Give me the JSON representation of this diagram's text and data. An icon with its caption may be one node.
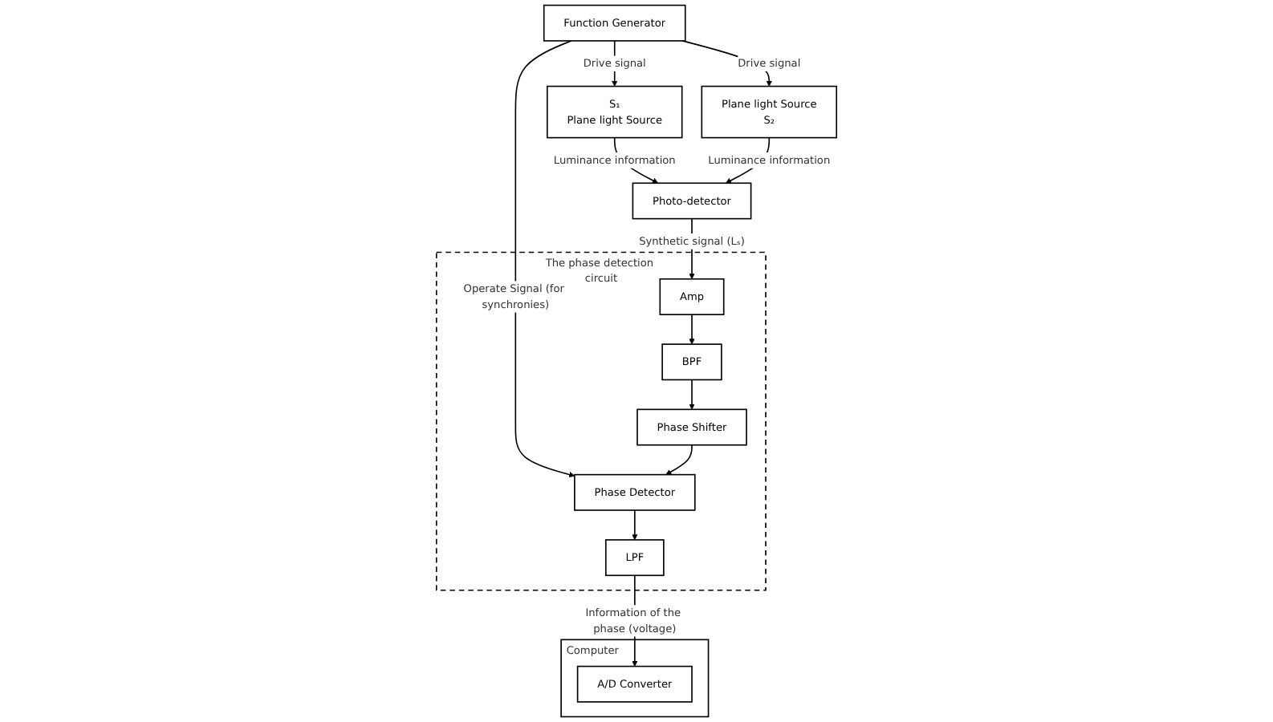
{
  "diagram": {
    "nodes": [
      {
        "text": [
          "Photo-detector"
        ]
      },
      {
        "text": [
          "S₁",
          "Plane light Source"
        ]
      },
      {
        "text": [
          "Plane light Source",
          "S₂"
        ]
      },
      {
        "text": [
          "Function Generator"
        ]
      },
      {
        "text": [
          "The phase detection circuit"
        ]
      },
      {
        "text": [
          "Amp"
        ],
        "in": 4
      },
      {
        "text": [
          "BPF"
        ],
        "in": 4
      },
      {
        "text": [
          "Phase Shifter"
        ],
        "in": 4
      },
      {
        "text": [
          "Phase Detector"
        ],
        "in": 4
      },
      {
        "text": [
          "LPF"
        ],
        "in": 4
      },
      {
        "text": [
          "Computer"
        ]
      },
      {
        "text": [
          "A/D Converter"
        ],
        "in": 10
      }
    ],
    "edges": [
      {
        "from": 1,
        "to": 0,
        "arrow": "to",
        "label": "Luminance information"
      },
      {
        "from": 2,
        "to": 0,
        "arrow": "to",
        "label": "Luminance information"
      },
      {
        "from": 3,
        "to": 1,
        "arrow": "to",
        "label": "Drive signal"
      },
      {
        "from": 3,
        "to": 2,
        "arrow": "to",
        "label": "Drive signal"
      },
      {
        "from": 0,
        "to": 5,
        "arrow": "to",
        "label": "Synthetic signal (Lₛ)"
      },
      {
        "from": 3,
        "to": 8,
        "arrow": "to",
        "label": "Operate Signal (for synchronies)"
      },
      {
        "from": 5,
        "to": 6,
        "arrow": "to"
      },
      {
        "from": 6,
        "to": 7,
        "arrow": "to"
      },
      {
        "from": 7,
        "to": 8,
        "arrow": "to"
      },
      {
        "from": 8,
        "to": 9,
        "arrow": "to"
      },
      {
        "from": 9,
        "to": 11,
        "arrow": "to",
        "label": "Information of the phase (voltage)"
      }
    ]
  }
}
